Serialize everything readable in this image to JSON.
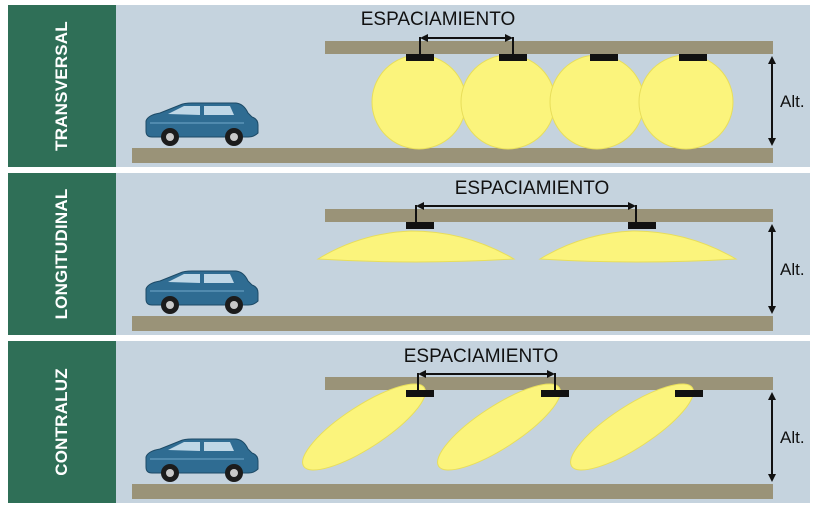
{
  "colors": {
    "background": "#ffffff",
    "sidebar": "#2f6f57",
    "sky": "#c5d3de",
    "road": "#9a9378",
    "beam": "#fbf47c",
    "beam_edge": "#e2d84a",
    "lamp": "#111111",
    "car_body": "#2f6c92",
    "text": "#111111",
    "label_text": "#ffffff"
  },
  "panels": [
    {
      "id": "transversal",
      "label": "TRANSVERSAL",
      "spacing_label": "ESPACIAMIENTO",
      "height_label": "Alt.",
      "beam_shape": "circle"
    },
    {
      "id": "longitudinal",
      "label": "LONGITUDINAL",
      "spacing_label": "ESPACIAMIENTO",
      "height_label": "Alt.",
      "beam_shape": "flat-ellipse"
    },
    {
      "id": "contraluz",
      "label": "CONTRALUZ",
      "spacing_label": "ESPACIAMIENTO",
      "height_label": "Alt.",
      "beam_shape": "tilted-ellipse"
    }
  ]
}
